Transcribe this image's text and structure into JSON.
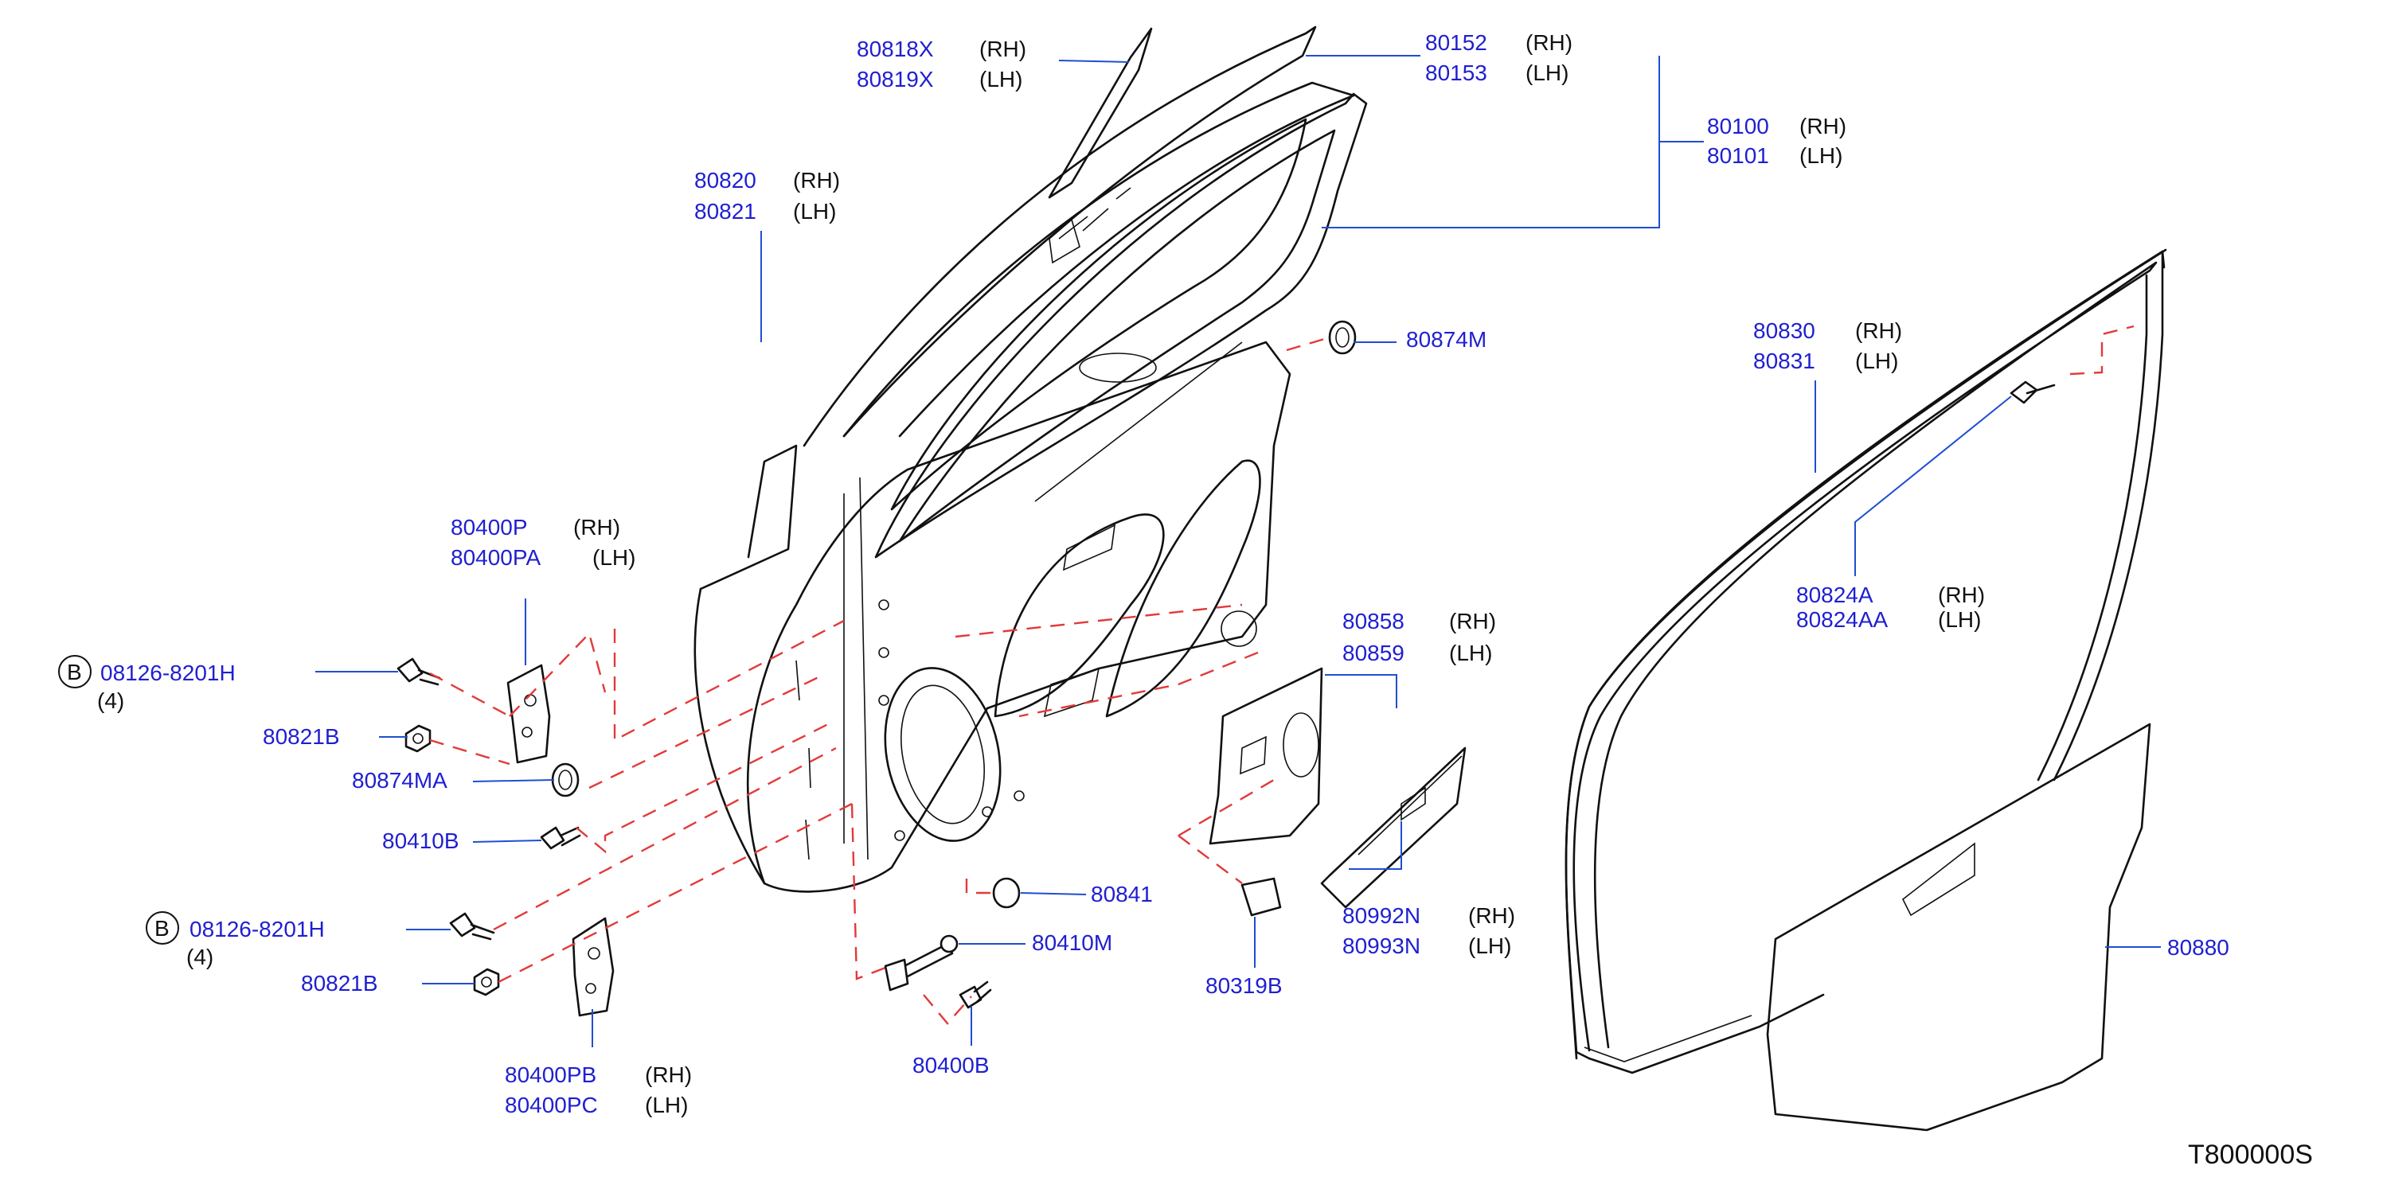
{
  "diagram": {
    "catalog_id": "T800000S",
    "callouts": {
      "c_80818x": {
        "p1": "80818X",
        "s1": "(RH)",
        "p2": "80819X",
        "s2": "(LH)"
      },
      "c_80152": {
        "p1": "80152",
        "s1": "(RH)",
        "p2": "80153",
        "s2": "(LH)"
      },
      "c_80100": {
        "p1": "80100",
        "s1": "(RH)",
        "p2": "80101",
        "s2": "(LH)"
      },
      "c_80820": {
        "p1": "80820",
        "s1": "(RH)",
        "p2": "80821",
        "s2": "(LH)"
      },
      "c_80830": {
        "p1": "80830",
        "s1": "(RH)",
        "p2": "80831",
        "s2": "(LH)"
      },
      "c_80824": {
        "p1": "80824A",
        "s1": "(RH)",
        "p2": "80824AA",
        "s2": "(LH)"
      },
      "c_80400p": {
        "p1": "80400P",
        "s1": "(RH)",
        "p2": "80400PA",
        "s2": "(LH)"
      },
      "c_80858": {
        "p1": "80858",
        "s1": "(RH)",
        "p2": "80859",
        "s2": "(LH)"
      },
      "c_80992n": {
        "p1": "80992N",
        "s1": "(RH)",
        "p2": "80993N",
        "s2": "(LH)"
      },
      "c_80400pb": {
        "p1": "80400PB",
        "s1": "(RH)",
        "p2": "80400PC",
        "s2": "(LH)"
      },
      "bolt_upper": {
        "badge": "B",
        "part": "08126-8201H",
        "qty": "(4)"
      },
      "bolt_lower": {
        "badge": "B",
        "part": "08126-8201H",
        "qty": "(4)"
      },
      "singles": {
        "p80874m": "80874M",
        "p80821b_upper": "80821B",
        "p80874ma": "80874MA",
        "p80410b": "80410B",
        "p80841": "80841",
        "p80410m": "80410M",
        "p80821b_lower": "80821B",
        "p80319b": "80319B",
        "p80400b": "80400B",
        "p80880": "80880"
      }
    },
    "colors": {
      "part_number": "#1f1fd1",
      "leader_line": "#1f4fd0",
      "assembly_dash": "#e23a3a",
      "line_art": "#111111"
    }
  }
}
